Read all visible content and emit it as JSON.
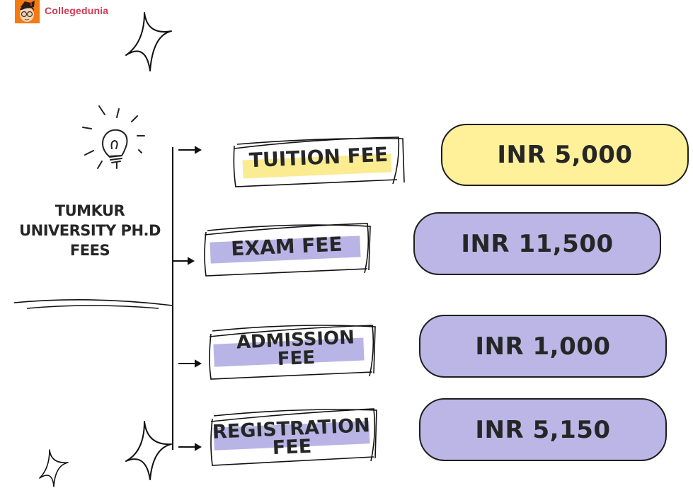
{
  "brand": {
    "name": "Collegedunia",
    "logo_bg": "#f47a12",
    "text_color": "#d2394f"
  },
  "diagram": {
    "title_lines": [
      "TUMKUR",
      "UNIVERSITY PH.D",
      "FEES"
    ],
    "highlight_colors": {
      "yellow": "#fbeb91",
      "lavender": "#b9b4e6"
    },
    "fees": [
      {
        "label_lines": [
          "TUITION FEE"
        ],
        "amount": "INR 5,000",
        "color": "#fff09a",
        "highlight": "#fbeb91"
      },
      {
        "label_lines": [
          "EXAM FEE"
        ],
        "amount": "INR 11,500",
        "color": "#bbb6e6",
        "highlight": "#b9b4e6"
      },
      {
        "label_lines": [
          "ADMISSION",
          "FEE"
        ],
        "amount": "INR 1,000",
        "color": "#bbb6e6",
        "highlight": "#b9b4e6"
      },
      {
        "label_lines": [
          "REGISTRATION",
          "FEE"
        ],
        "amount": "INR 5,150",
        "color": "#bbb6e6",
        "highlight": "#b9b4e6"
      }
    ],
    "icons": [
      "lightbulb-icon",
      "sparkle-icon",
      "arrow-right-icon"
    ]
  }
}
